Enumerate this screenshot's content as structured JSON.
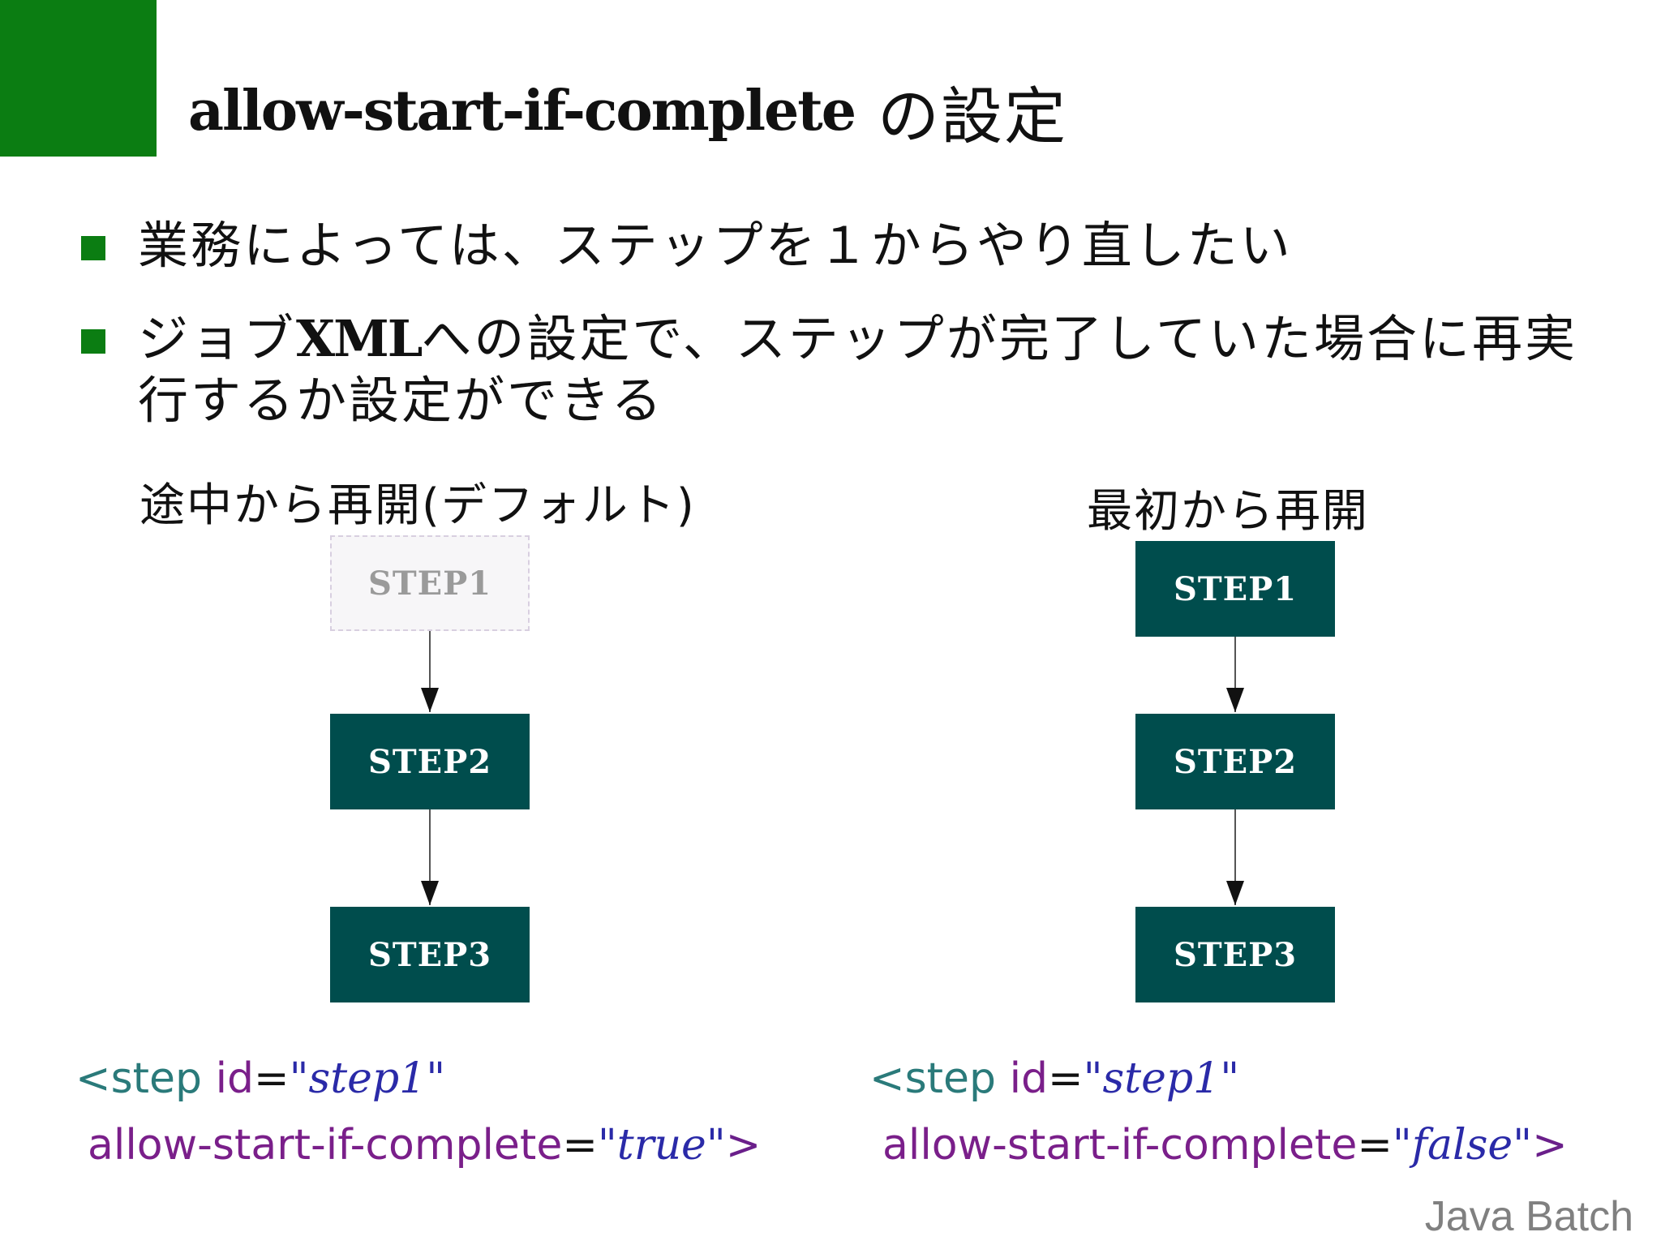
{
  "slide": {
    "title_code": "allow-start-if-complete",
    "title_suffix": "の設定",
    "bullets": [
      "業務によっては、ステップを１からやり直したい",
      {
        "before": "ジョブ",
        "emph": "XML",
        "after": "への設定で、ステップが完了していた場合に再実行するか設定ができる"
      }
    ],
    "columns": [
      {
        "label": "途中から再開(デフォルト)",
        "steps": [
          "STEP1",
          "STEP2",
          "STEP3"
        ],
        "step1_skipped": true,
        "code": {
          "line1_tag": "<step",
          "line1_attr": " id",
          "line1_eq": "=",
          "line1_value": "\"step1\"",
          "line2_attr": "allow-start-if-complete",
          "line2_eq": "=",
          "line2_value": "\"true\"",
          "line2_close": ">"
        }
      },
      {
        "label": "最初から再開",
        "steps": [
          "STEP1",
          "STEP2",
          "STEP3"
        ],
        "step1_skipped": false,
        "code": {
          "line1_tag": "<step",
          "line1_attr": " id",
          "line1_eq": "=",
          "line1_value": "\"step1\"",
          "line2_attr": "allow-start-if-complete",
          "line2_eq": "=",
          "line2_value": "\"false\"",
          "line2_close": ">"
        }
      }
    ],
    "footer": "Java Batch"
  },
  "colors": {
    "accent_green": "#0b7d12",
    "step_fill": "#004d4d",
    "ghost_fill": "#f7f6f8"
  }
}
